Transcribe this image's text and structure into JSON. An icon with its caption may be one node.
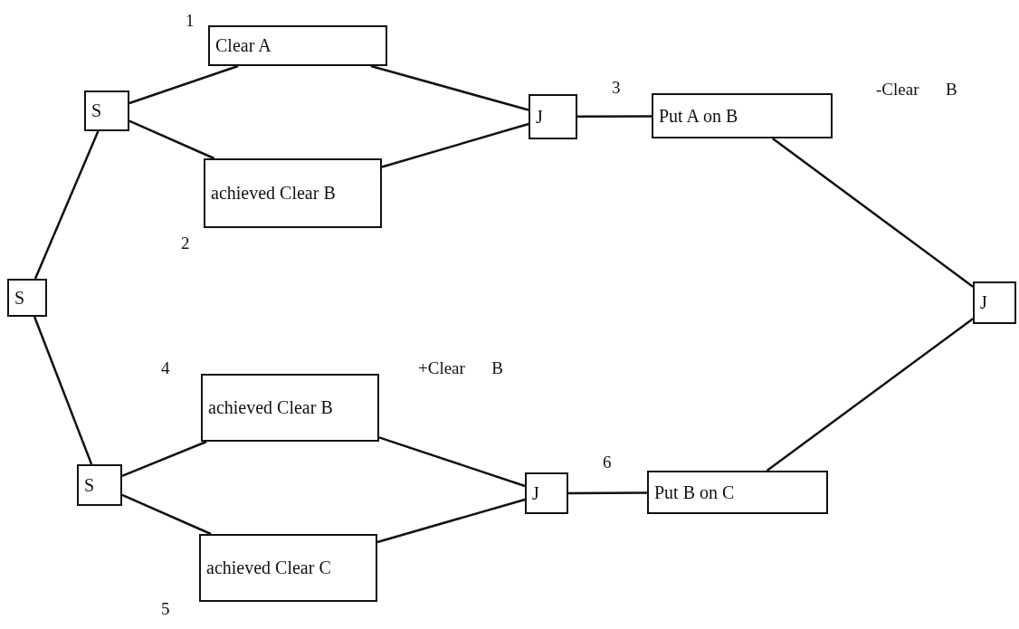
{
  "diagram": {
    "nodes": [
      {
        "text": [
          "S"
        ]
      },
      {
        "text": [
          "S"
        ]
      },
      {
        "text": [
          "Clear A"
        ]
      },
      {
        "text": [
          "achieved Clear B"
        ]
      },
      {
        "text": [
          "J"
        ]
      },
      {
        "text": [
          "Put A on B"
        ]
      },
      {
        "text": [
          "S"
        ]
      },
      {
        "text": [
          "achieved Clear B"
        ]
      },
      {
        "text": [
          "achieved Clear C"
        ]
      },
      {
        "text": [
          "J"
        ]
      },
      {
        "text": [
          "Put B on C"
        ]
      },
      {
        "text": [
          "J"
        ]
      }
    ],
    "edges": [
      {
        "from": 0,
        "to": 1,
        "arrow": "none"
      },
      {
        "from": 0,
        "to": 6,
        "arrow": "none"
      },
      {
        "from": 1,
        "to": 2,
        "arrow": "none"
      },
      {
        "from": 1,
        "to": 3,
        "arrow": "none"
      },
      {
        "from": 2,
        "to": 4,
        "arrow": "none"
      },
      {
        "from": 3,
        "to": 4,
        "arrow": "none"
      },
      {
        "from": 4,
        "to": 5,
        "arrow": "none"
      },
      {
        "from": 6,
        "to": 7,
        "arrow": "none"
      },
      {
        "from": 6,
        "to": 8,
        "arrow": "none"
      },
      {
        "from": 7,
        "to": 9,
        "arrow": "none"
      },
      {
        "from": 8,
        "to": 9,
        "arrow": "none"
      },
      {
        "from": 9,
        "to": 10,
        "arrow": "none"
      },
      {
        "from": 5,
        "to": 11,
        "arrow": "none"
      },
      {
        "from": 10,
        "to": 11,
        "arrow": "none"
      }
    ],
    "labels": [
      "1",
      "2",
      "3",
      "-Clear B",
      "4",
      "+Clear B",
      "5",
      "6"
    ]
  }
}
